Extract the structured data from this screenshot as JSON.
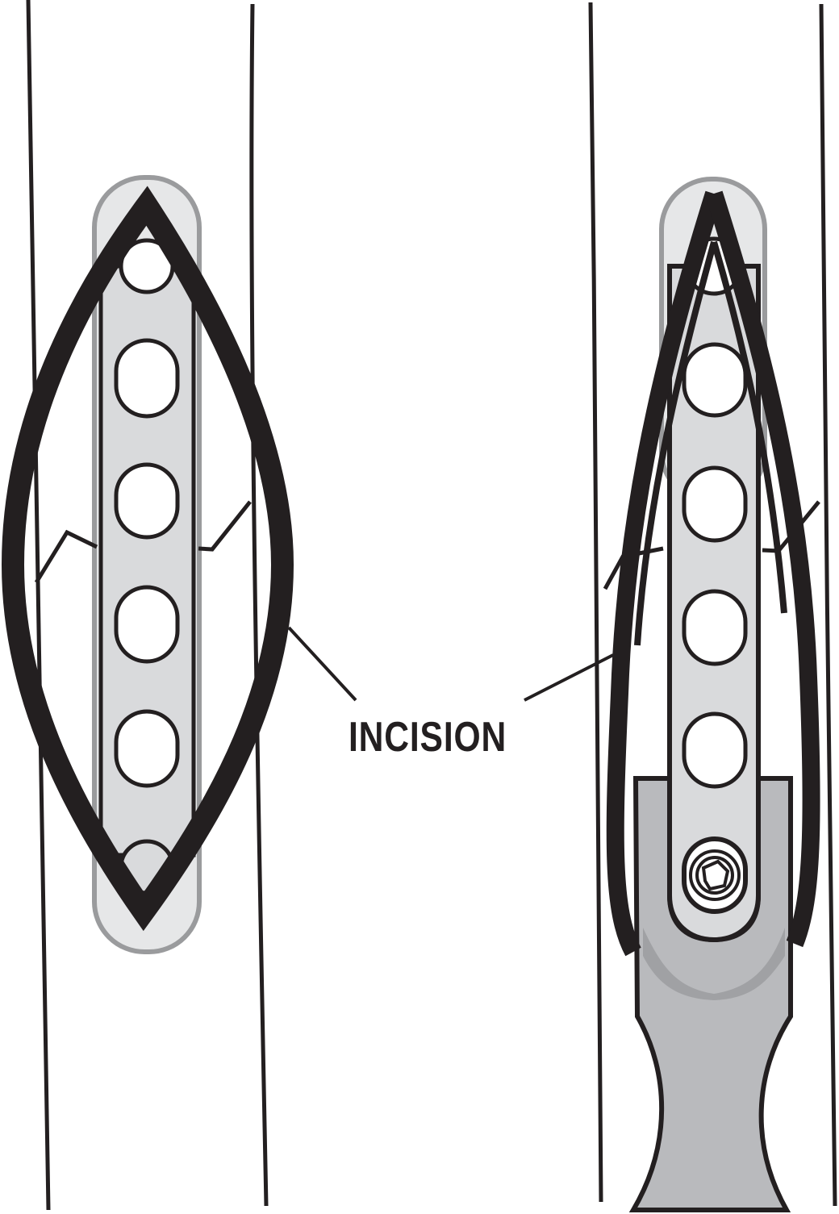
{
  "labels": {
    "incision": "INCISION"
  },
  "colors": {
    "ink": "#231f20",
    "plate": "#d9dadc",
    "plate_outline": "#9a9b9d",
    "plate_outer": "#e6e7e8",
    "retractor": "#b9babd",
    "retractor_shadow": "#a0a1a4"
  },
  "figures": [
    {
      "name": "closed-incision-view",
      "plate_holes": 6
    },
    {
      "name": "retracted-incision-view",
      "plate_holes": 6,
      "screws": 1
    }
  ]
}
